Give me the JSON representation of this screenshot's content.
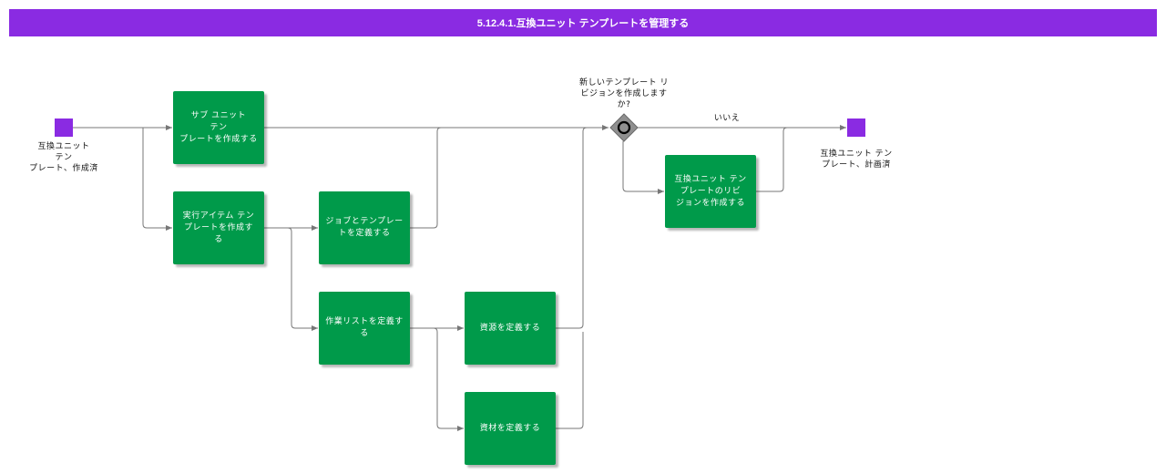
{
  "header": {
    "title": "5.12.4.1.互換ユニット テンプレートを管理する"
  },
  "colors": {
    "header_bg": "#8a2be2",
    "task_fill": "#009a4a",
    "event_fill": "#8a2be2",
    "edge": "#777777",
    "gateway_fill": "#8f8f8f"
  },
  "start_event": {
    "label": "互換ユニット\nテン\nプレート、作成済"
  },
  "end_event": {
    "label": "互換ユニット テン\nプレート、計画済"
  },
  "tasks": {
    "create_sub_unit_template": "サブ ユニット\nテン\nプレートを作成する",
    "create_exec_item_template": "実行アイテム テン\nプレートを作成す\nる",
    "define_jobs_and_templates": "ジョブとテンプレー\nトを定義する",
    "define_work_list": "作業リストを定義す\nる",
    "define_resources": "資源を定義する",
    "define_materials": "資材を定義する",
    "create_revision": "互換ユニット テン\nプレートのリビ\nジョンを作成する"
  },
  "gateway": {
    "question": "新しいテンプレート リ\nビジョンを作成します\nか?",
    "no_label": "いいえ"
  }
}
